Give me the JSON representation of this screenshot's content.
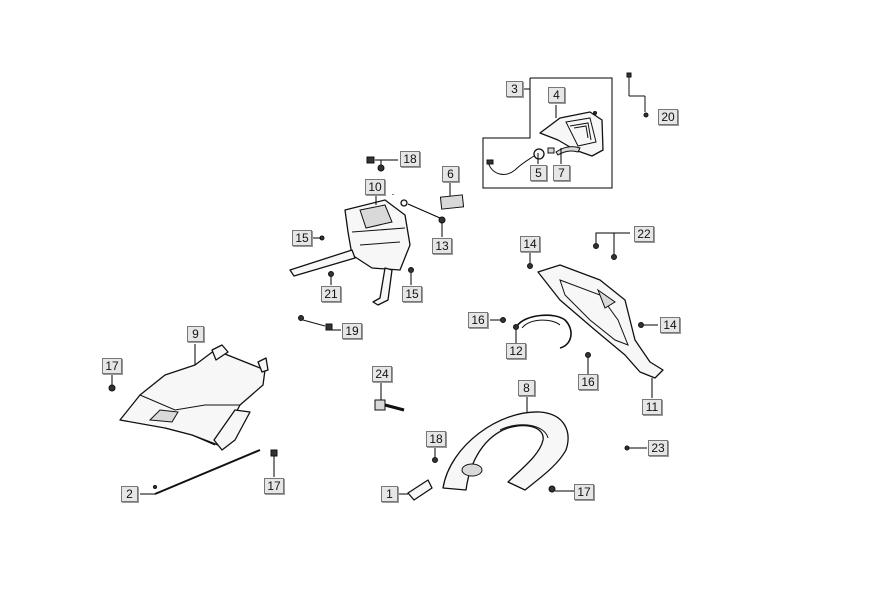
{
  "callouts": {
    "c1": "1",
    "c2": "2",
    "c3": "3",
    "c4": "4",
    "c5": "5",
    "c6": "6",
    "c7": "7",
    "c8": "8",
    "c9": "9",
    "c10": "10",
    "c11": "11",
    "c12": "12",
    "c13": "13",
    "c14a": "14",
    "c14b": "14",
    "c15a": "15",
    "c15b": "15",
    "c16a": "16",
    "c16b": "16",
    "c17a": "17",
    "c17b": "17",
    "c17c": "17",
    "c18a": "18",
    "c18b": "18",
    "c19": "19",
    "c20": "20",
    "c21": "21",
    "c22": "22",
    "c23": "23",
    "c24": "24"
  }
}
